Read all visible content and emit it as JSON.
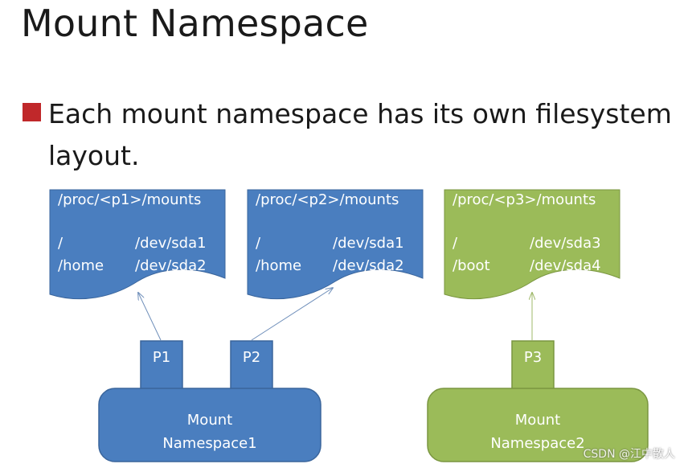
{
  "title": "Mount Namespace",
  "bullet": "Each mount namespace has its own filesystem layout.",
  "colors": {
    "blue": "#4a7ebf",
    "blue_edge": "#3a659c",
    "green": "#9bbb59",
    "green_edge": "#7a9640",
    "bullet": "#c0282a"
  },
  "docs": [
    {
      "header": "/proc/<p1>/mounts",
      "rows": [
        {
          "mount": "/",
          "device": "/dev/sda1"
        },
        {
          "mount": "/home",
          "device": "/dev/sda2"
        }
      ]
    },
    {
      "header": "/proc/<p2>/mounts",
      "rows": [
        {
          "mount": "/",
          "device": "/dev/sda1"
        },
        {
          "mount": "/home",
          "device": "/dev/sda2"
        }
      ]
    },
    {
      "header": "/proc/<p3>/mounts",
      "rows": [
        {
          "mount": "/",
          "device": "/dev/sda3"
        },
        {
          "mount": "/boot",
          "device": "/dev/sda4"
        }
      ]
    }
  ],
  "processes": [
    "P1",
    "P2",
    "P3"
  ],
  "namespaces": [
    {
      "line1": "Mount",
      "line2": "Namespace1"
    },
    {
      "line1": "Mount",
      "line2": "Namespace2"
    }
  ],
  "watermark": "CSDN @江中散人"
}
